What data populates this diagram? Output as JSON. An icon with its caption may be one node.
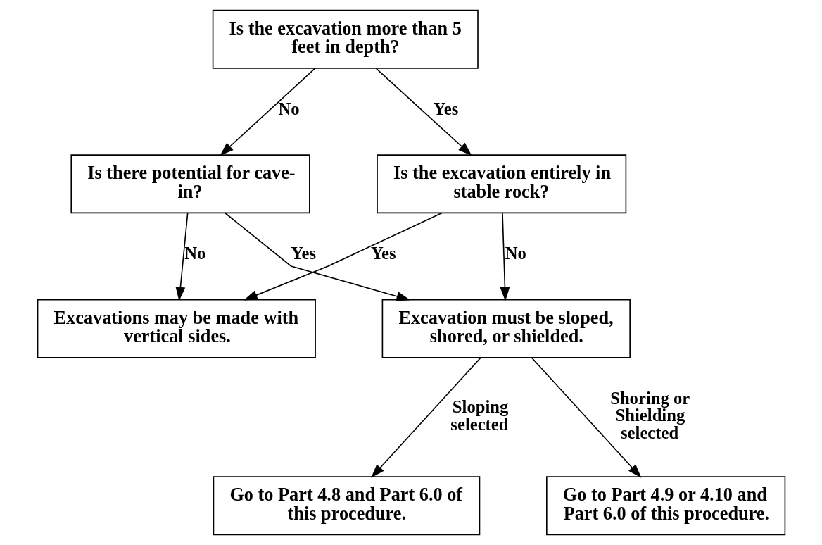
{
  "diagram": {
    "nodes": [
      {
        "text": [
          "Is the excavation more than 5 feet in depth?"
        ]
      },
      {
        "text": [
          "Is there potential for cave-in?"
        ]
      },
      {
        "text": [
          "Is the excavation entirely in stable rock?"
        ]
      },
      {
        "text": [
          "Excavations may be made with vertical sides."
        ]
      },
      {
        "text": [
          "Excavation must be sloped, shored, or shielded."
        ]
      },
      {
        "text": [
          "Go to Part 4.8 and Part 6.0 of this procedure."
        ]
      },
      {
        "text": [
          "Go to Part 4.9 or 4.10 and Part 6.0 of this procedure."
        ]
      }
    ],
    "edges": [
      {
        "from": 0,
        "to": 1,
        "arrow": "to",
        "label": "No"
      },
      {
        "from": 0,
        "to": 2,
        "arrow": "to",
        "label": "Yes"
      },
      {
        "from": 1,
        "to": 4,
        "arrow": "to",
        "label": "Yes"
      },
      {
        "from": 1,
        "to": 3,
        "arrow": "to",
        "label": "No"
      },
      {
        "from": 2,
        "to": 3,
        "arrow": "to",
        "label": "Yes"
      },
      {
        "from": 2,
        "to": 4,
        "arrow": "to",
        "label": "No"
      },
      {
        "from": 4,
        "to": 5,
        "arrow": "to",
        "label": "Sloping selected"
      },
      {
        "from": 4,
        "to": 6,
        "arrow": "to",
        "label": "Shoring or Shielding selected"
      }
    ]
  }
}
